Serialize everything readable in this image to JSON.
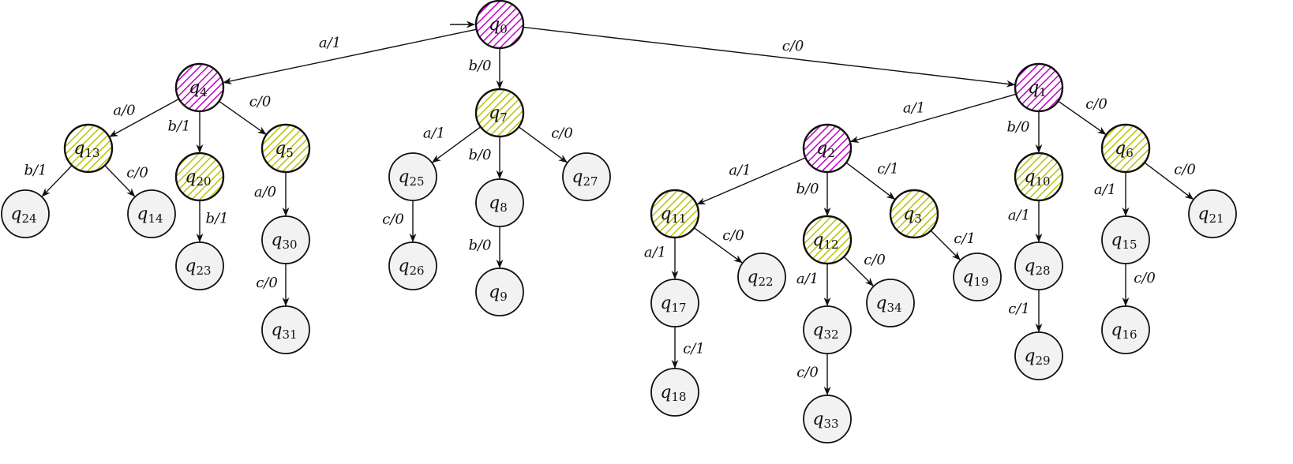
{
  "colors": {
    "magenta_fill": "#c300c8",
    "olive_fill": "#b7c400",
    "plain_fill": "#f2f2f2",
    "stroke": "#111111"
  },
  "states": [
    {
      "id": "q0",
      "sub": "0",
      "style": "magenta",
      "initial": true
    },
    {
      "id": "q1",
      "sub": "1",
      "style": "magenta"
    },
    {
      "id": "q2",
      "sub": "2",
      "style": "magenta"
    },
    {
      "id": "q3",
      "sub": "3",
      "style": "olive"
    },
    {
      "id": "q4",
      "sub": "4",
      "style": "magenta"
    },
    {
      "id": "q5",
      "sub": "5",
      "style": "olive"
    },
    {
      "id": "q6",
      "sub": "6",
      "style": "olive"
    },
    {
      "id": "q7",
      "sub": "7",
      "style": "olive"
    },
    {
      "id": "q8",
      "sub": "8",
      "style": "plain"
    },
    {
      "id": "q9",
      "sub": "9",
      "style": "plain"
    },
    {
      "id": "q10",
      "sub": "10",
      "style": "olive"
    },
    {
      "id": "q11",
      "sub": "11",
      "style": "olive"
    },
    {
      "id": "q12",
      "sub": "12",
      "style": "olive"
    },
    {
      "id": "q13",
      "sub": "13",
      "style": "olive"
    },
    {
      "id": "q14",
      "sub": "14",
      "style": "plain"
    },
    {
      "id": "q15",
      "sub": "15",
      "style": "plain"
    },
    {
      "id": "q16",
      "sub": "16",
      "style": "plain"
    },
    {
      "id": "q17",
      "sub": "17",
      "style": "plain"
    },
    {
      "id": "q18",
      "sub": "18",
      "style": "plain"
    },
    {
      "id": "q19",
      "sub": "19",
      "style": "plain"
    },
    {
      "id": "q20",
      "sub": "20",
      "style": "olive"
    },
    {
      "id": "q21",
      "sub": "21",
      "style": "plain"
    },
    {
      "id": "q22",
      "sub": "22",
      "style": "plain"
    },
    {
      "id": "q23",
      "sub": "23",
      "style": "plain"
    },
    {
      "id": "q24",
      "sub": "24",
      "style": "plain"
    },
    {
      "id": "q25",
      "sub": "25",
      "style": "plain"
    },
    {
      "id": "q26",
      "sub": "26",
      "style": "plain"
    },
    {
      "id": "q27",
      "sub": "27",
      "style": "plain"
    },
    {
      "id": "q28",
      "sub": "28",
      "style": "plain"
    },
    {
      "id": "q29",
      "sub": "29",
      "style": "plain"
    },
    {
      "id": "q30",
      "sub": "30",
      "style": "plain"
    },
    {
      "id": "q31",
      "sub": "31",
      "style": "plain"
    },
    {
      "id": "q32",
      "sub": "32",
      "style": "plain"
    },
    {
      "id": "q33",
      "sub": "33",
      "style": "plain"
    },
    {
      "id": "q34",
      "sub": "34",
      "style": "plain"
    }
  ],
  "transitions": [
    {
      "from": "q0",
      "to": "q4",
      "label": "a/1"
    },
    {
      "from": "q0",
      "to": "q7",
      "label": "b/0"
    },
    {
      "from": "q0",
      "to": "q1",
      "label": "c/0"
    },
    {
      "from": "q4",
      "to": "q13",
      "label": "a/0"
    },
    {
      "from": "q4",
      "to": "q20",
      "label": "b/1"
    },
    {
      "from": "q4",
      "to": "q5",
      "label": "c/0"
    },
    {
      "from": "q13",
      "to": "q24",
      "label": "b/1"
    },
    {
      "from": "q13",
      "to": "q14",
      "label": "c/0"
    },
    {
      "from": "q20",
      "to": "q23",
      "label": "b/1"
    },
    {
      "from": "q5",
      "to": "q30",
      "label": "a/0"
    },
    {
      "from": "q30",
      "to": "q31",
      "label": "c/0"
    },
    {
      "from": "q7",
      "to": "q25",
      "label": "a/1"
    },
    {
      "from": "q7",
      "to": "q8",
      "label": "b/0"
    },
    {
      "from": "q7",
      "to": "q27",
      "label": "c/0"
    },
    {
      "from": "q25",
      "to": "q26",
      "label": "c/0"
    },
    {
      "from": "q8",
      "to": "q9",
      "label": "b/0"
    },
    {
      "from": "q1",
      "to": "q2",
      "label": "a/1"
    },
    {
      "from": "q1",
      "to": "q10",
      "label": "b/0"
    },
    {
      "from": "q1",
      "to": "q6",
      "label": "c/0"
    },
    {
      "from": "q2",
      "to": "q11",
      "label": "a/1"
    },
    {
      "from": "q2",
      "to": "q12",
      "label": "b/0"
    },
    {
      "from": "q2",
      "to": "q3",
      "label": "c/1"
    },
    {
      "from": "q11",
      "to": "q17",
      "label": "a/1"
    },
    {
      "from": "q11",
      "to": "q22",
      "label": "c/0"
    },
    {
      "from": "q17",
      "to": "q18",
      "label": "c/1"
    },
    {
      "from": "q12",
      "to": "q32",
      "label": "a/1"
    },
    {
      "from": "q12",
      "to": "q34",
      "label": "c/0"
    },
    {
      "from": "q32",
      "to": "q33",
      "label": "c/0"
    },
    {
      "from": "q3",
      "to": "q19",
      "label": "c/1"
    },
    {
      "from": "q10",
      "to": "q28",
      "label": "a/1"
    },
    {
      "from": "q28",
      "to": "q29",
      "label": "c/1"
    },
    {
      "from": "q6",
      "to": "q15",
      "label": "a/1"
    },
    {
      "from": "q6",
      "to": "q21",
      "label": "c/0"
    },
    {
      "from": "q15",
      "to": "q16",
      "label": "c/0"
    }
  ]
}
